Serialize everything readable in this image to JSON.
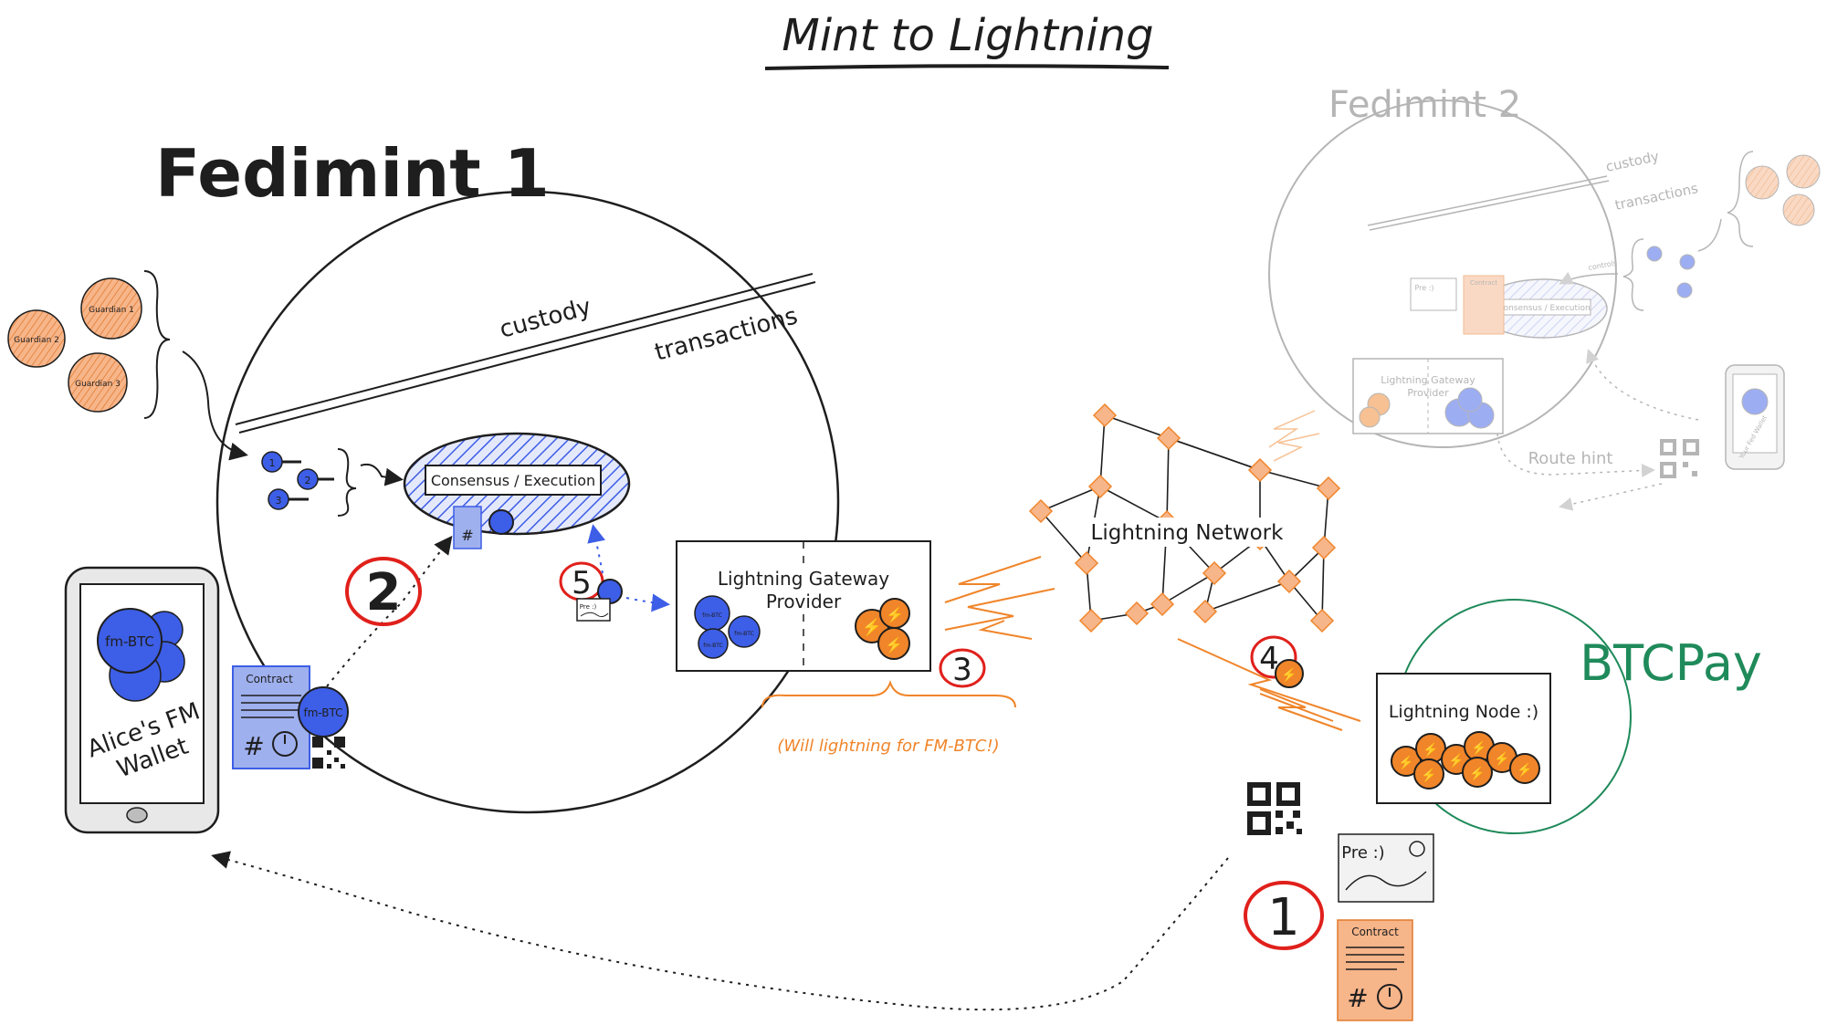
{
  "title": "Mint to Lightning",
  "fed1": {
    "name": "Fedimint 1",
    "custody": "custody",
    "transactions": "transactions",
    "consensus": "Consensus / Execution",
    "guardians": [
      "Guardian 1",
      "Guardian 2",
      "Guardian 3"
    ],
    "keys": [
      "1",
      "2",
      "3"
    ]
  },
  "wallet": {
    "coin": "fm-BTC",
    "label_line1": "Alice's FM",
    "label_line2": "Wallet"
  },
  "contract": {
    "header": "Contract",
    "coin": "fm-BTC",
    "pre": "Pre :)"
  },
  "gateway": {
    "line1": "Lightning Gateway",
    "line2": "Provider",
    "coin_labels": [
      "fm-BTC",
      "fm-BTC",
      "fm-BTC"
    ]
  },
  "gateway_note": "(Will lightning for FM-BTC!)",
  "network": "Lightning Network",
  "btcpay": {
    "name": "BTCPay",
    "node": "Lightning Node :)"
  },
  "steps": [
    "1",
    "2",
    "3",
    "4",
    "5"
  ],
  "fed2": {
    "name": "Fedimint 2",
    "custody": "custody",
    "transactions": "transactions",
    "controls": "controls",
    "consensus": "Consensus / Execution",
    "gateway_line1": "Lightning Gateway",
    "gateway_line2": "Provider",
    "route_hint": "Route hint",
    "wallet": "Your Fed Wallet",
    "pre": "Pre :)",
    "contract": "Contract"
  },
  "colors": {
    "ink": "#1e1e1e",
    "blue": "#3d5ee6",
    "orange": "#f0852a",
    "orange_light": "#f7b58a",
    "red": "#e0201b",
    "green": "#1f8a5a",
    "gray": "#a6a6a6"
  }
}
